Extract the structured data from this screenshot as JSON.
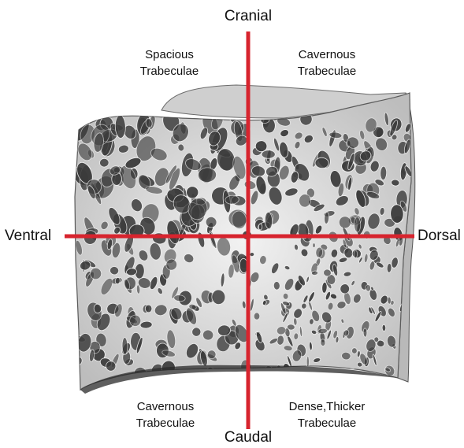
{
  "axes": {
    "top": "Cranial",
    "bottom": "Caudal",
    "left": "Ventral",
    "right": "Dorsal",
    "line_color": "#d7242e"
  },
  "quadrants": {
    "top_left": [
      "Spacious",
      "Trabeculae"
    ],
    "top_right": [
      "Cavernous",
      "Trabeculae"
    ],
    "bottom_left": [
      "Cavernous",
      "Trabeculae"
    ],
    "bottom_right": [
      "Dense,Thicker",
      "Trabeculae"
    ]
  },
  "image": {
    "subject": "vertebral-body-trabecular-bone",
    "bone_color": "#e4e4e4",
    "pore_color": "#3c3c3c"
  }
}
